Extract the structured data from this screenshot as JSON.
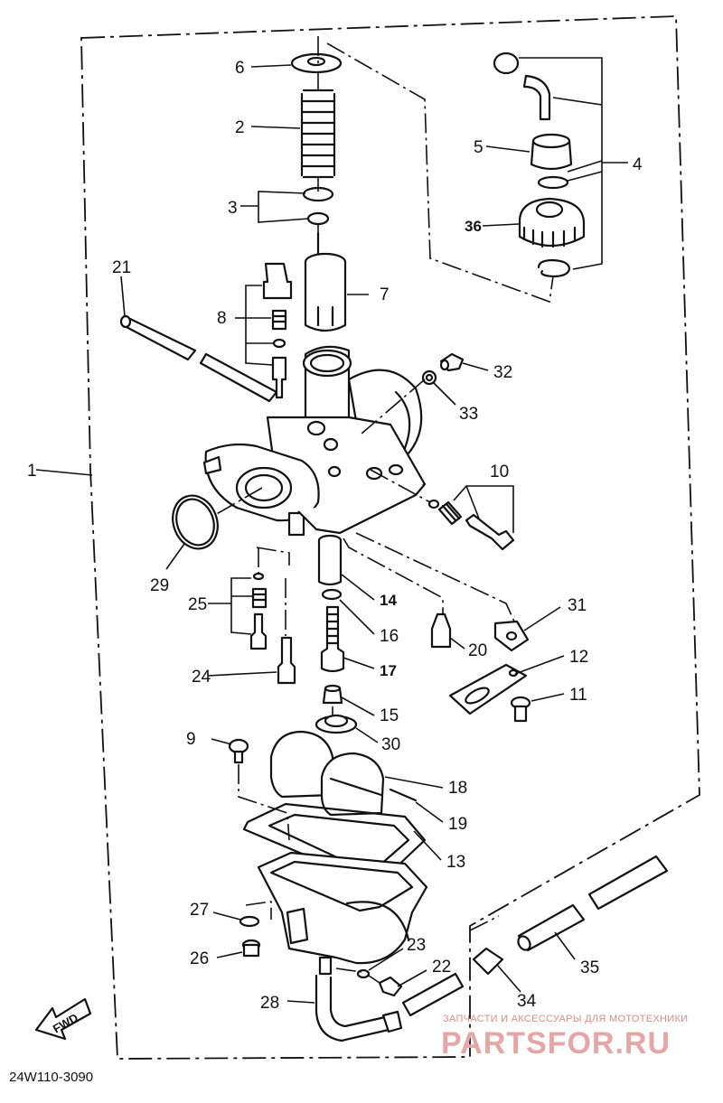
{
  "diagram_code": "24W110-3090",
  "fwd_label": "FWD",
  "watermark": {
    "tagline": "ЗАПЧАСТИ И АКСЕССУАРЫ ДЛЯ МОТОТЕХНИКИ",
    "brand": "PARTSFOR.RU"
  },
  "callouts": {
    "c1": "1",
    "c2": "2",
    "c3": "3",
    "c4": "4",
    "c5": "5",
    "c6": "6",
    "c7": "7",
    "c8": "8",
    "c9": "9",
    "c10": "10",
    "c11": "11",
    "c12": "12",
    "c13": "13",
    "c14": "14",
    "c15": "15",
    "c16": "16",
    "c17": "17",
    "c18": "18",
    "c19": "19",
    "c20": "20",
    "c21": "21",
    "c22": "22",
    "c23": "23",
    "c24": "24",
    "c25": "25",
    "c26": "26",
    "c27": "27",
    "c28": "28",
    "c29": "29",
    "c30": "30",
    "c31": "31",
    "c32": "32",
    "c33": "33",
    "c34": "34",
    "c35": "35",
    "c36": "36"
  }
}
